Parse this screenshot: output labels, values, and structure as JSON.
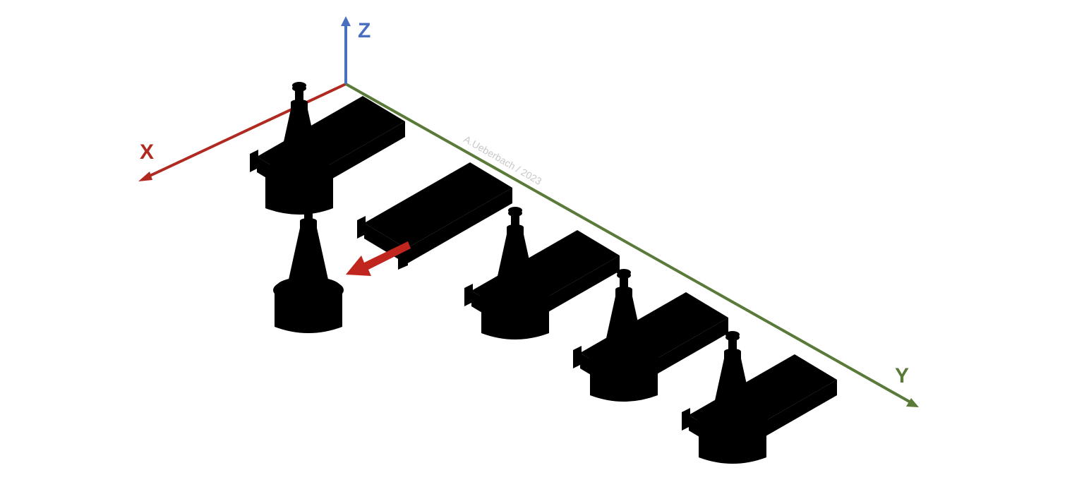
{
  "axes": {
    "x": {
      "label": "X",
      "color": "#b02a22"
    },
    "y": {
      "label": "Y",
      "color": "#5a7a3a"
    },
    "z": {
      "label": "Z",
      "color": "#4a6fc0"
    }
  },
  "watermark": "A.Ueberbach / 2023",
  "arrow_color": "#c0261e"
}
